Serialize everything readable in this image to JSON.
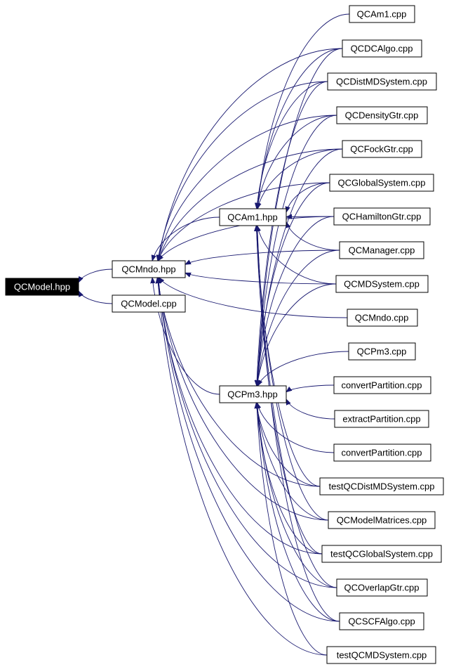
{
  "graph": {
    "edge_color": "#191970",
    "nodes": [
      {
        "id": "qcmodel_hpp",
        "label": "QCModel.hpp",
        "root": true
      },
      {
        "id": "qcmndo_hpp",
        "label": "QCMndo.hpp"
      },
      {
        "id": "qcmodel_cpp",
        "label": "QCModel.cpp"
      },
      {
        "id": "qcam1_hpp",
        "label": "QCAm1.hpp"
      },
      {
        "id": "qcpm3_hpp",
        "label": "QCPm3.hpp"
      },
      {
        "id": "qcam1_cpp",
        "label": "QCAm1.cpp"
      },
      {
        "id": "qcdcalgo_cpp",
        "label": "QCDCAlgo.cpp"
      },
      {
        "id": "qcdistmdsystem_cpp",
        "label": "QCDistMDSystem.cpp"
      },
      {
        "id": "qcdensitygtr_cpp",
        "label": "QCDensityGtr.cpp"
      },
      {
        "id": "qcfockgtr_cpp",
        "label": "QCFockGtr.cpp"
      },
      {
        "id": "qcglobalsystem_cpp",
        "label": "QCGlobalSystem.cpp"
      },
      {
        "id": "qchamiltongtr_cpp",
        "label": "QCHamiltonGtr.cpp"
      },
      {
        "id": "qcmanager_cpp",
        "label": "QCManager.cpp"
      },
      {
        "id": "qcmdsystem_cpp",
        "label": "QCMDSystem.cpp"
      },
      {
        "id": "qcmndo_cpp",
        "label": "QCMndo.cpp"
      },
      {
        "id": "qcpm3_cpp",
        "label": "QCPm3.cpp"
      },
      {
        "id": "convertpartition_cpp_1",
        "label": "convertPartition.cpp"
      },
      {
        "id": "extractpartition_cpp",
        "label": "extractPartition.cpp"
      },
      {
        "id": "convertpartition_cpp_2",
        "label": "convertPartition.cpp"
      },
      {
        "id": "testqcdistmdsystem_cpp",
        "label": "testQCDistMDSystem.cpp"
      },
      {
        "id": "qcmodelmatrices_cpp",
        "label": "QCModelMatrices.cpp"
      },
      {
        "id": "testqcglobalsystem_cpp",
        "label": "testQCGlobalSystem.cpp"
      },
      {
        "id": "qcoverlapgtr_cpp",
        "label": "QCOverlapGtr.cpp"
      },
      {
        "id": "qcscfalgo_cpp",
        "label": "QCSCFAlgo.cpp"
      },
      {
        "id": "testqcmdsystem_cpp",
        "label": "testQCMDSystem.cpp"
      }
    ],
    "edges": [
      {
        "from": "qcmndo_hpp",
        "to": "qcmodel_hpp"
      },
      {
        "from": "qcmodel_cpp",
        "to": "qcmodel_hpp"
      },
      {
        "from": "qcam1_hpp",
        "to": "qcmndo_hpp"
      },
      {
        "from": "qcpm3_hpp",
        "to": "qcmndo_hpp"
      },
      {
        "from": "qcdcalgo_cpp",
        "to": "qcmndo_hpp"
      },
      {
        "from": "qcdistmdsystem_cpp",
        "to": "qcmndo_hpp"
      },
      {
        "from": "qcdensitygtr_cpp",
        "to": "qcmndo_hpp"
      },
      {
        "from": "qcfockgtr_cpp",
        "to": "qcmndo_hpp"
      },
      {
        "from": "qcglobalsystem_cpp",
        "to": "qcmndo_hpp"
      },
      {
        "from": "qchamiltongtr_cpp",
        "to": "qcmndo_hpp"
      },
      {
        "from": "qcmanager_cpp",
        "to": "qcmndo_hpp"
      },
      {
        "from": "qcmdsystem_cpp",
        "to": "qcmndo_hpp"
      },
      {
        "from": "qcmndo_cpp",
        "to": "qcmndo_hpp"
      },
      {
        "from": "testqcdistmdsystem_cpp",
        "to": "qcmndo_hpp"
      },
      {
        "from": "qcmodelmatrices_cpp",
        "to": "qcmndo_hpp"
      },
      {
        "from": "testqcglobalsystem_cpp",
        "to": "qcmndo_hpp"
      },
      {
        "from": "qcoverlapgtr_cpp",
        "to": "qcmndo_hpp"
      },
      {
        "from": "qcscfalgo_cpp",
        "to": "qcmndo_hpp"
      },
      {
        "from": "testqcmdsystem_cpp",
        "to": "qcmndo_hpp"
      },
      {
        "from": "qcam1_cpp",
        "to": "qcam1_hpp"
      },
      {
        "from": "qcdcalgo_cpp",
        "to": "qcam1_hpp"
      },
      {
        "from": "qcdistmdsystem_cpp",
        "to": "qcam1_hpp"
      },
      {
        "from": "qcdensitygtr_cpp",
        "to": "qcam1_hpp"
      },
      {
        "from": "qcfockgtr_cpp",
        "to": "qcam1_hpp"
      },
      {
        "from": "qcglobalsystem_cpp",
        "to": "qcam1_hpp"
      },
      {
        "from": "qchamiltongtr_cpp",
        "to": "qcam1_hpp"
      },
      {
        "from": "qcmanager_cpp",
        "to": "qcam1_hpp"
      },
      {
        "from": "qcmdsystem_cpp",
        "to": "qcam1_hpp"
      },
      {
        "from": "testqcdistmdsystem_cpp",
        "to": "qcam1_hpp"
      },
      {
        "from": "qcmodelmatrices_cpp",
        "to": "qcam1_hpp"
      },
      {
        "from": "testqcglobalsystem_cpp",
        "to": "qcam1_hpp"
      },
      {
        "from": "qcoverlapgtr_cpp",
        "to": "qcam1_hpp"
      },
      {
        "from": "qcscfalgo_cpp",
        "to": "qcam1_hpp"
      },
      {
        "from": "qcdcalgo_cpp",
        "to": "qcpm3_hpp"
      },
      {
        "from": "qcdistmdsystem_cpp",
        "to": "qcpm3_hpp"
      },
      {
        "from": "qcdensitygtr_cpp",
        "to": "qcpm3_hpp"
      },
      {
        "from": "qcfockgtr_cpp",
        "to": "qcpm3_hpp"
      },
      {
        "from": "qcglobalsystem_cpp",
        "to": "qcpm3_hpp"
      },
      {
        "from": "qchamiltongtr_cpp",
        "to": "qcpm3_hpp"
      },
      {
        "from": "qcmanager_cpp",
        "to": "qcpm3_hpp"
      },
      {
        "from": "qcmdsystem_cpp",
        "to": "qcpm3_hpp"
      },
      {
        "from": "qcpm3_cpp",
        "to": "qcpm3_hpp"
      },
      {
        "from": "convertpartition_cpp_1",
        "to": "qcpm3_hpp"
      },
      {
        "from": "extractpartition_cpp",
        "to": "qcpm3_hpp"
      },
      {
        "from": "convertpartition_cpp_2",
        "to": "qcpm3_hpp"
      },
      {
        "from": "testqcdistmdsystem_cpp",
        "to": "qcpm3_hpp"
      },
      {
        "from": "qcmodelmatrices_cpp",
        "to": "qcpm3_hpp"
      },
      {
        "from": "testqcglobalsystem_cpp",
        "to": "qcpm3_hpp"
      },
      {
        "from": "qcoverlapgtr_cpp",
        "to": "qcpm3_hpp"
      },
      {
        "from": "qcscfalgo_cpp",
        "to": "qcpm3_hpp"
      },
      {
        "from": "testqcmdsystem_cpp",
        "to": "qcpm3_hpp"
      }
    ]
  }
}
